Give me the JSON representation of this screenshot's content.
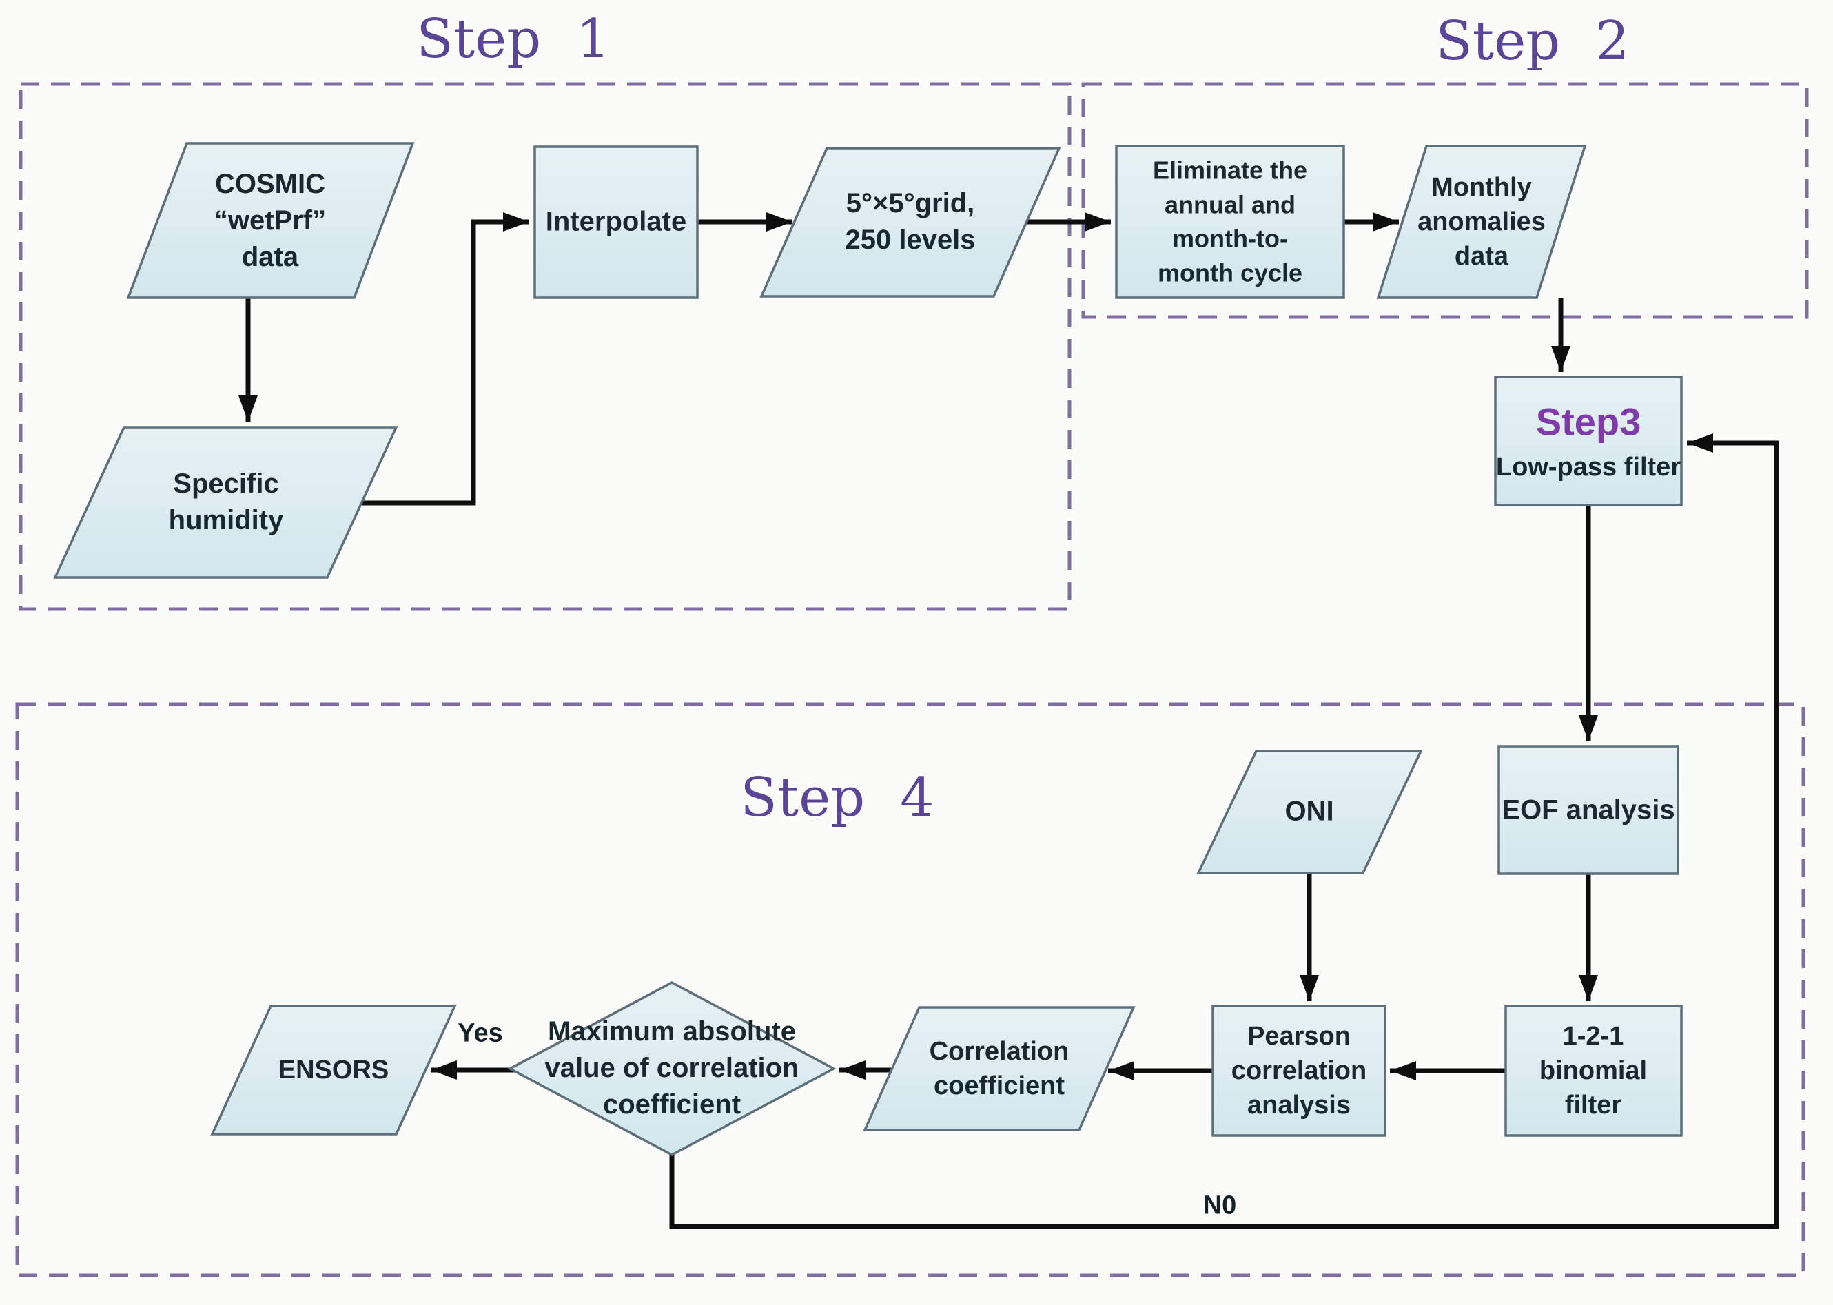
{
  "titles": {
    "step1": "Step 1",
    "step2": "Step 2",
    "step4": "Step 4"
  },
  "nodes": {
    "cosmic": "COSMIC\n“wetPrf”\ndata",
    "specific_humidity": "Specific\nhumidity",
    "interpolate": "Interpolate",
    "grid": "5°×5°grid,\n250 levels",
    "eliminate": "Eliminate the\nannual and\nmonth-to-\nmonth cycle",
    "monthly_anomalies": "Monthly\nanomalies\ndata",
    "step3_title": "Step3",
    "step3_subtitle": "Low-pass filter",
    "eof": "EOF analysis",
    "oni": "ONI",
    "binomial": "1-2-1\nbinomial\nfilter",
    "pearson": "Pearson\ncorrelation\nanalysis",
    "correlation_coefficient": "Correlation\ncoefficient",
    "decision": "Maximum absolute\nvalue of correlation\ncoefficient",
    "ensors": "ENSORS"
  },
  "edge_labels": {
    "yes": "Yes",
    "no": "N0"
  },
  "colors": {
    "node_fill": "#d9eaee",
    "node_border": "#5d6f7a",
    "dashed_border": "#7e6fa0",
    "step_title_purple": "#5a4596",
    "step3_purple": "#7f3ca9",
    "arrow": "#0e0e0e",
    "label_text": "#19282f"
  }
}
